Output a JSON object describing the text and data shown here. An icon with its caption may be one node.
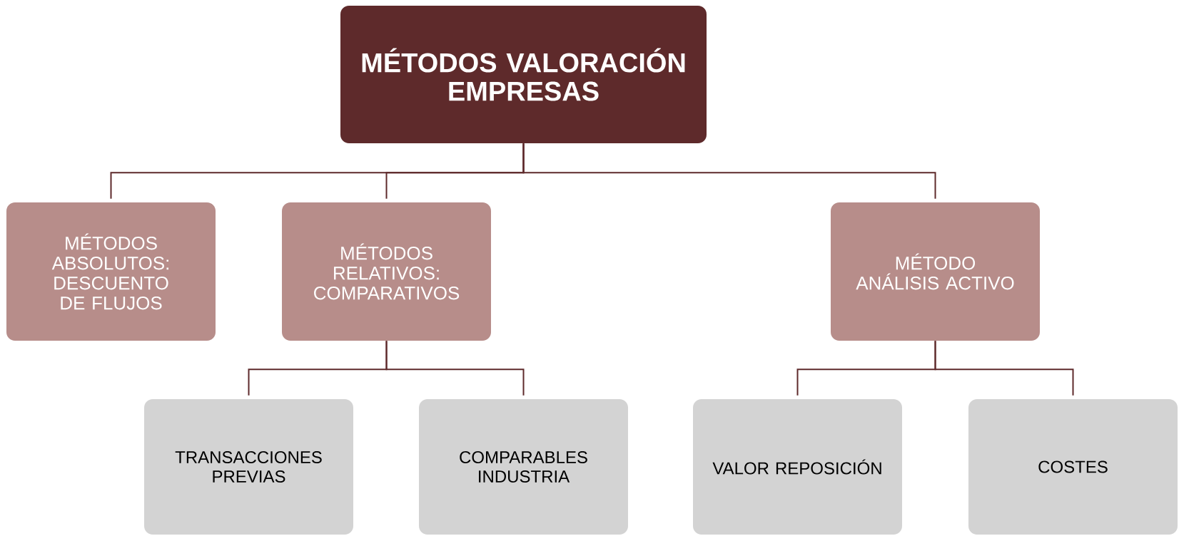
{
  "diagram": {
    "nodes": [
      {
        "text": [
          "MÉTODOS VALORACIÓN EMPRESAS"
        ]
      },
      {
        "text": [
          "MÉTODOS ABSOLUTOS: DESCUENTO DE FLUJOS"
        ]
      },
      {
        "text": [
          "MÉTODOS RELATIVOS: COMPARATIVOS"
        ]
      },
      {
        "text": [
          "MÉTODO ANÁLISIS ACTIVO"
        ]
      },
      {
        "text": [
          "TRANSACCIONES PREVIAS"
        ]
      },
      {
        "text": [
          "COMPARABLES INDUSTRIA"
        ]
      },
      {
        "text": [
          "VALOR REPOSICIÓN"
        ]
      },
      {
        "text": [
          "COSTES"
        ]
      }
    ],
    "edges": [
      {
        "from": 0,
        "to": 1,
        "arrow": "none"
      },
      {
        "from": 0,
        "to": 2,
        "arrow": "none"
      },
      {
        "from": 0,
        "to": 3,
        "arrow": "none"
      },
      {
        "from": 2,
        "to": 4,
        "arrow": "none"
      },
      {
        "from": 2,
        "to": 5,
        "arrow": "none"
      },
      {
        "from": 3,
        "to": 6,
        "arrow": "none"
      },
      {
        "from": 3,
        "to": 7,
        "arrow": "none"
      }
    ]
  }
}
